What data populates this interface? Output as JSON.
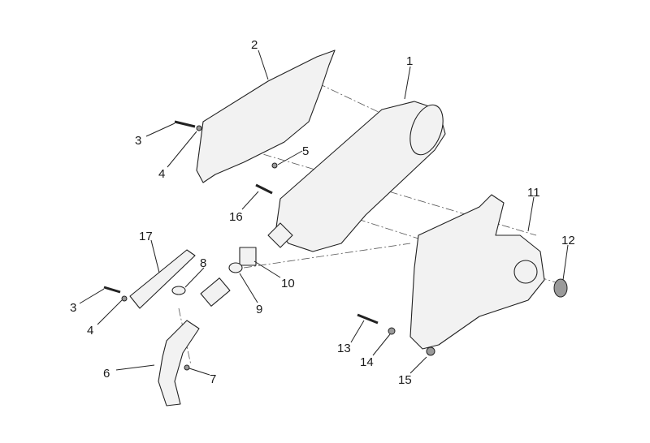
{
  "diagram": {
    "callouts": [
      "1",
      "2",
      "3",
      "4",
      "5",
      "16",
      "17",
      "8",
      "10",
      "9",
      "3",
      "4",
      "6",
      "7",
      "11",
      "12",
      "13",
      "14",
      "15"
    ]
  }
}
